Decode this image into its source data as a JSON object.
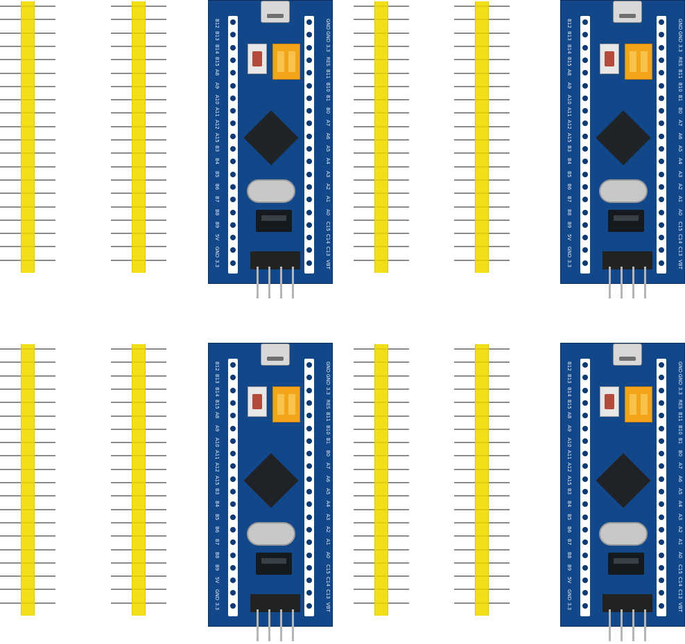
{
  "scene": {
    "description_free": true
  },
  "board_silkscreen": {
    "left_labels": [
      "B12",
      "B13",
      "B14",
      "B15",
      "A8",
      "A9",
      "A10",
      "A11",
      "A12",
      "A15",
      "B3",
      "B4",
      "B5",
      "B6",
      "B7",
      "B8",
      "B9",
      "5V",
      "GND",
      "3.3"
    ],
    "right_labels": [
      "GND",
      "GND",
      "3.3",
      "RES",
      "B11",
      "B10",
      "B1",
      "B0",
      "A7",
      "A6",
      "A5",
      "A4",
      "A3",
      "A2",
      "A1",
      "A0",
      "C15",
      "C14",
      "C13",
      "VBT"
    ]
  }
}
